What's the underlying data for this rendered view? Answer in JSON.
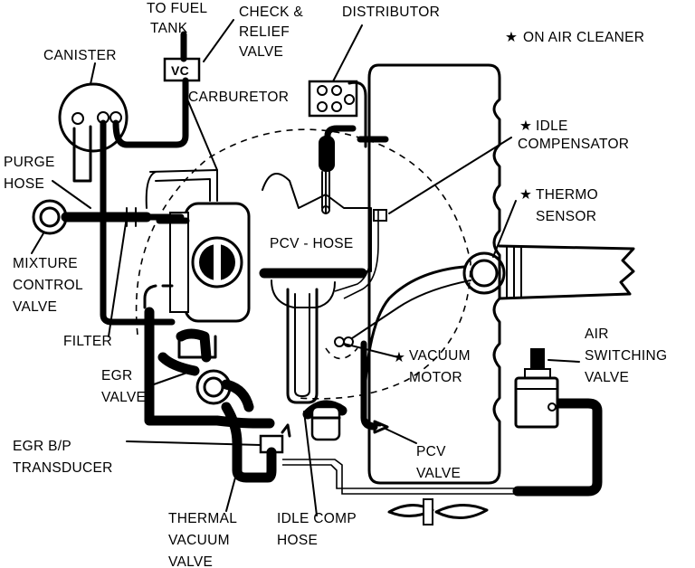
{
  "labels": {
    "to_fuel_tank_1": "TO FUEL",
    "to_fuel_tank_2": "TANK",
    "check_relief_1": "CHECK &",
    "check_relief_2": "RELIEF",
    "check_relief_3": "VALVE",
    "distributor": "DISTRIBUTOR",
    "on_air_cleaner": "ON AIR CLEANER",
    "canister": "CANISTER",
    "carburetor": "CARBURETOR",
    "idle_comp_1": "IDLE",
    "idle_comp_2": "COMPENSATOR",
    "purge_hose_1": "PURGE",
    "purge_hose_2": "HOSE",
    "thermo_sensor_1": "THERMO",
    "thermo_sensor_2": "SENSOR",
    "pcv_hose": "PCV - HOSE",
    "mixture_1": "MIXTURE",
    "mixture_2": "CONTROL",
    "mixture_3": "VALVE",
    "filter": "FILTER",
    "vacuum_motor_1": "VACUUM",
    "vacuum_motor_2": "MOTOR",
    "air_switching_1": "AIR",
    "air_switching_2": "SWITCHING",
    "air_switching_3": "VALVE",
    "egr_valve_1": "EGR",
    "egr_valve_2": "VALVE",
    "egr_bp_1": "EGR B/P",
    "egr_bp_2": "TRANSDUCER",
    "pcv_valve_1": "PCV",
    "pcv_valve_2": "VALVE",
    "thermal_1": "THERMAL",
    "thermal_2": "VACUUM",
    "thermal_3": "VALVE",
    "idle_comp_hose_1": "IDLE COMP",
    "idle_comp_hose_2": "HOSE",
    "vc_mark": "VC"
  },
  "markers": {
    "star": "★"
  },
  "colors": {
    "line": "#000000",
    "background": "#ffffff"
  }
}
